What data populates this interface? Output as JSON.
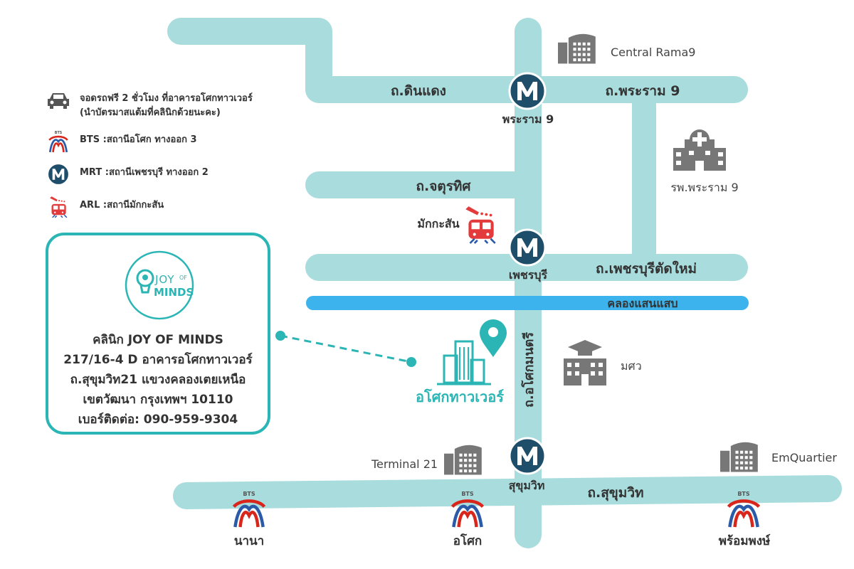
{
  "roads": {
    "din_daeng": "ถ.ดินแดง",
    "rama9_road": "ถ.พระราม 9",
    "chatuthit": "ถ.จตุรทิศ",
    "phetchaburi_new": "ถ.เพชรบุรีตัดใหม่",
    "canal": "คลองแสนแสบ",
    "asok_montri": "ถ.อโศกมนตรี",
    "sukhumvit": "ถ.สุขุมวิท"
  },
  "stations": {
    "mrt_rama9": "พระราม 9",
    "mrt_phetchaburi": "เพชรบุรี",
    "mrt_sukhumvit": "สุขุมวิท",
    "arl_makkasan": "มักกะสัน",
    "bts_nana": "นานา",
    "bts_asok": "อโศก",
    "bts_phrom_phong": "พร้อมพงษ์"
  },
  "landmarks": {
    "central_rama9": "Central Rama9",
    "rama9_hospital": "รพ.พระราม 9",
    "swu": "มศว",
    "terminal21": "Terminal 21",
    "emquartier": "EmQuartier",
    "asoke_tower": "อโศกทาวเวอร์"
  },
  "legend": {
    "parking_line1": "จอดรถฟรี 2 ชั่วโมง ที่อาคารอโศกทาวเวอร์",
    "parking_line2": "(นำบัตรมาสแต้มที่คลินิกด้วยนะคะ)",
    "bts": "BTS :สถานีอโศก ทางออก 3",
    "mrt": "MRT :สถานีเพชรบุรี ทางออก 2",
    "arl": "ARL :สถานีมักกะสัน"
  },
  "clinic": {
    "logo_joy": "JOY",
    "logo_of": "OF",
    "logo_minds": "MINDS",
    "name": "คลินิก JOY OF MINDS",
    "address1": "217/16-4 D อาคารอโศกทาวเวอร์",
    "address2": "ถ.สุขุมวิท21 แขวงคลองเตยเหนือ",
    "address3": "เขตวัฒนา กรุงเทพฯ 10110",
    "phone": "เบอร์ติดต่อ: 090-959-9304"
  },
  "icons": {
    "mrt_letter": "M",
    "bts_wordmark": "BTS"
  },
  "colors": {
    "road": "#a9dcdd",
    "canal": "#3cb3ec",
    "teal": "#2cb5b5",
    "mrt_badge": "#1f4e6b",
    "building_gray": "#777777",
    "bts_red": "#d9261c",
    "bts_blue": "#2a5aa8",
    "arl_red": "#e33b3b"
  }
}
